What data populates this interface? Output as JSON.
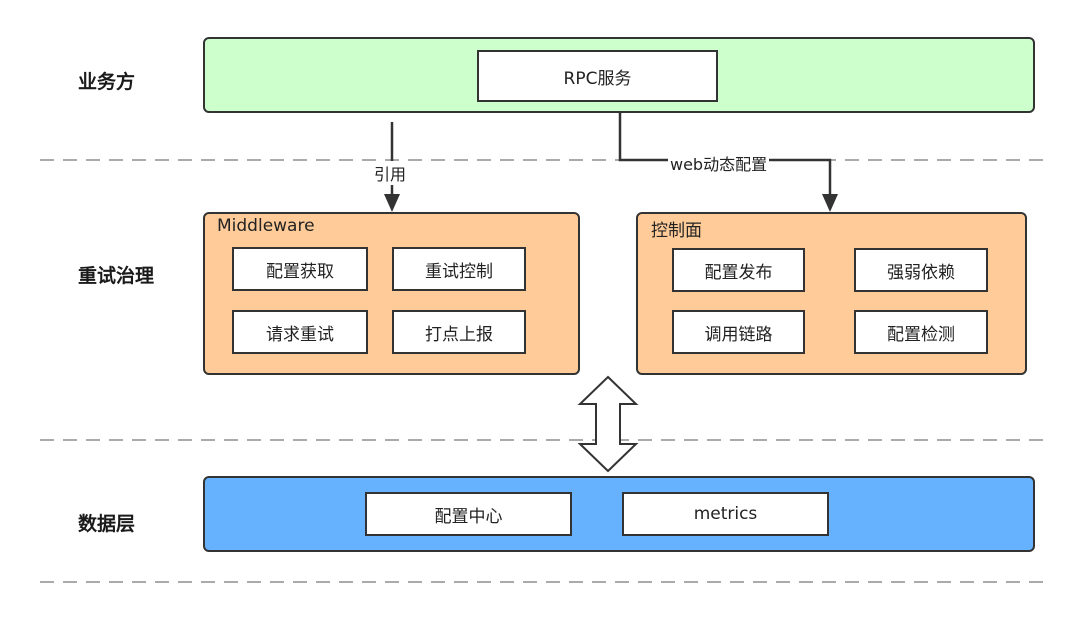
{
  "layers": {
    "business": "业务方",
    "governance": "重试治理",
    "data": "数据层"
  },
  "business": {
    "service": "RPC服务"
  },
  "middleware": {
    "title": "Middleware",
    "items": [
      "配置获取",
      "重试控制",
      "请求重试",
      "打点上报"
    ]
  },
  "control_plane": {
    "title": "控制面",
    "items": [
      "配置发布",
      "强弱依赖",
      "调用链路",
      "配置检测"
    ]
  },
  "data_layer": {
    "items": [
      "配置中心",
      "metrics"
    ]
  },
  "arrows": {
    "reference": "引用",
    "web_config": "web动态配置"
  },
  "colors": {
    "business_fill": "#ccffcc",
    "governance_fill": "#ffcc99",
    "data_fill": "#66b2ff",
    "line": "#333333",
    "separator": "#aaaaaa"
  }
}
